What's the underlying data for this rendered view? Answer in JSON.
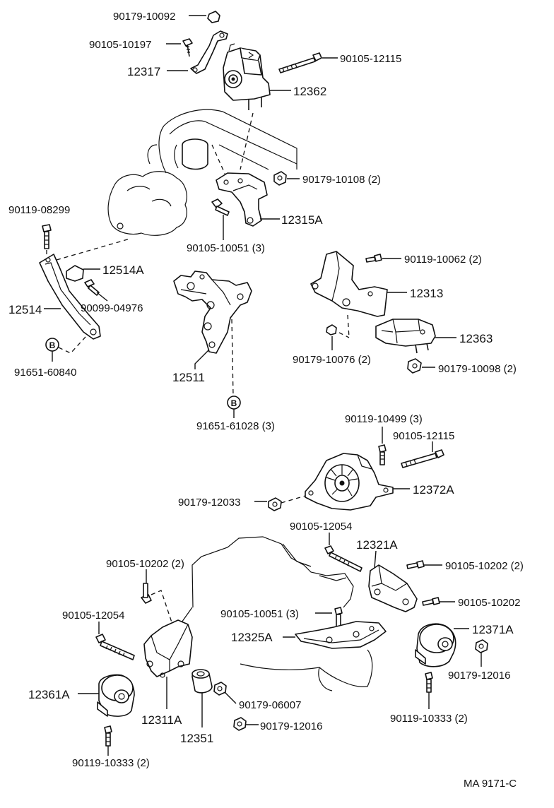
{
  "diagram_code": "MA 9171-C",
  "labels": {
    "p90179_10092": "90179-10092",
    "p90105_10197": "90105-10197",
    "p12317": "12317",
    "p90105_12115_top": "90105-12115",
    "p12362": "12362",
    "p90179_10108": "90179-10108 (2)",
    "p12315A": "12315A",
    "p90105_10051_a": "90105-10051 (3)",
    "p90119_08299": "90119-08299",
    "p12514A": "12514A",
    "p90099_04976": "90099-04976",
    "p12514": "12514",
    "p91651_60840": "91651-60840",
    "p90119_10062": "90119-10062 (2)",
    "p12313": "12313",
    "p12363": "12363",
    "p90179_10076": "90179-10076 (2)",
    "p90179_10098": "90179-10098 (2)",
    "p12511": "12511",
    "p91651_61028": "91651-61028 (3)",
    "p90119_10499": "90119-10499 (3)",
    "p90105_12115_mid": "90105-12115",
    "p90179_12033": "90179-12033",
    "p12372A": "12372A",
    "p90105_12054_top": "90105-12054",
    "p12321A": "12321A",
    "p90105_10202_2a": "90105-10202 (2)",
    "p90105_10202_2b": "90105-10202 (2)",
    "p90105_10202": "90105-10202",
    "p90105_10051_b": "90105-10051 (3)",
    "p90105_12054_left": "90105-12054",
    "p12325A": "12325A",
    "p12371A": "12371A",
    "p90179_12016_right": "90179-12016",
    "p12361A": "12361A",
    "p12311A": "12311A",
    "p12351": "12351",
    "p90179_06007": "90179-06007",
    "p90179_12016_bottom": "90179-12016",
    "p90119_10333_right": "90119-10333 (2)",
    "p90119_10333_left": "90119-10333 (2)"
  },
  "circle_marks": {
    "b_mark_left": "B",
    "b_mark_center": "B"
  }
}
